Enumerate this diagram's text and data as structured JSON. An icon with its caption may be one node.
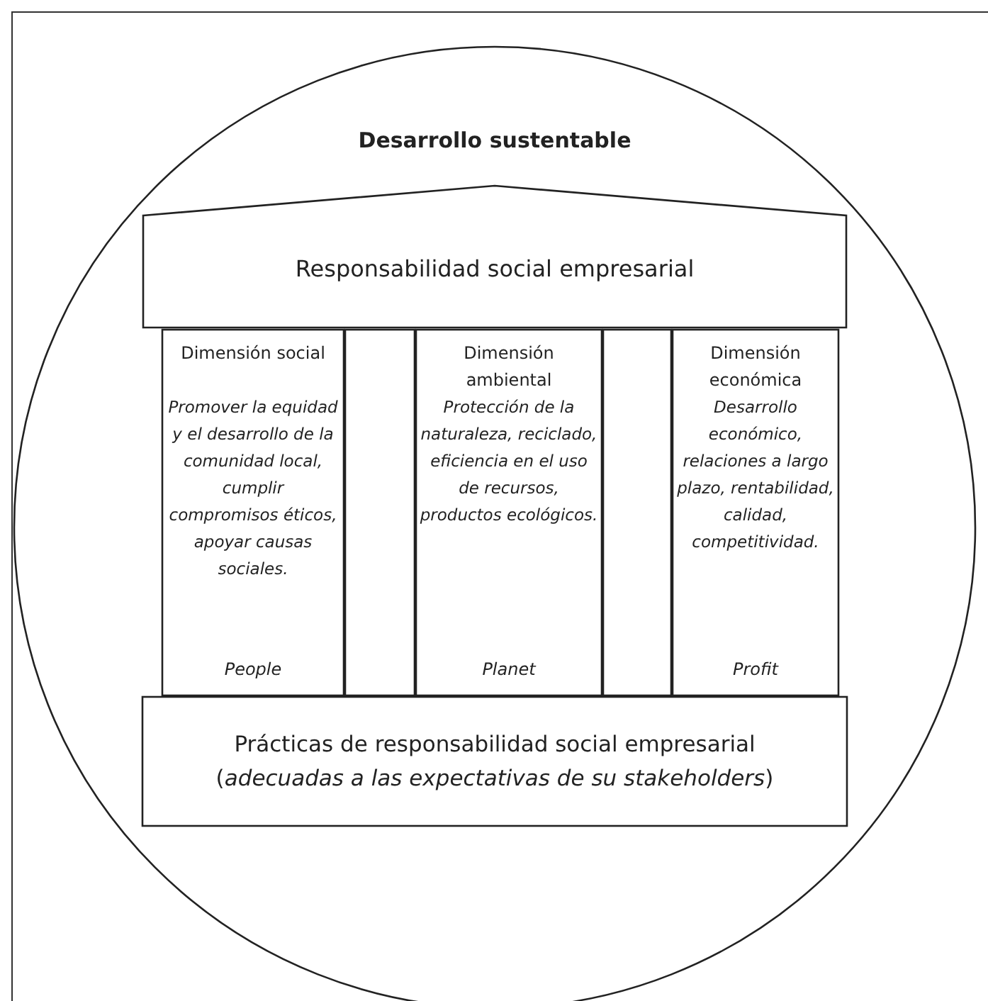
{
  "diagram": {
    "nodes": [
      {
        "text": [
          "Desarrollo sustentable"
        ]
      },
      {
        "text": [
          "Responsabilidad social empresarial"
        ],
        "in": 0
      },
      {
        "text": [
          "Dimensión social",
          "Promover la equidad y el desarrollo de la comunidad local, cumplir compromisos éticos, apoyar causas sociales.",
          "People"
        ],
        "in": 0
      },
      {
        "text": [],
        "shape": "box",
        "in": 0
      },
      {
        "text": [
          "Dimensión ambiental",
          "Protección de la naturaleza, reciclado, eficiencia en el uso de recursos, productos ecológicos.",
          "Planet"
        ],
        "in": 0
      },
      {
        "text": [],
        "shape": "box",
        "in": 0
      },
      {
        "text": [
          "Dimensión económica",
          "Desarrollo económico, relaciones a largo plazo, rentabilidad, calidad, competitividad.",
          "Profit"
        ],
        "in": 0
      },
      {
        "text": [
          "Prácticas de responsabilidad social empresarial",
          "(*adecuadas a las expectativas de su stakeholders*)"
        ],
        "in": 0
      }
    ],
    "edges": []
  }
}
